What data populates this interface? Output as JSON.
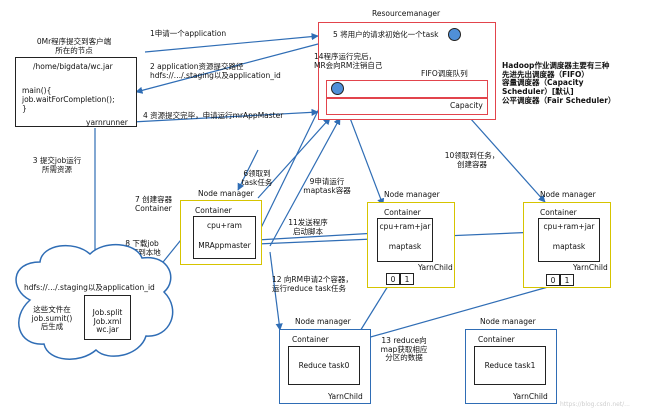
{
  "client": {
    "node_label_line1": "0Mr程序提交到客户端",
    "node_label_line2": "所在的节点",
    "jar_path": "/home/bigdata/wc.jar",
    "code_line1": "main(){",
    "code_line2": "job.waitForCompletion();",
    "code_line3": "}",
    "yarnrunner": "yarnrunner"
  },
  "resource_manager": {
    "title": "Resourcemanager",
    "fifo": "FIFO调度队列",
    "capacity": "Capacity",
    "step5": "5 将用户的请求初始化一个task",
    "step14_line1": "14程序运行完后，",
    "step14_line2": "MR会向RM注销自己"
  },
  "scheduler_note": {
    "line1": "Hadoop作业调度器主要有三种",
    "line2": "先进先出调度器（FIFO）",
    "line3": "容量调度器（Capacity",
    "line4": "Scheduler）[默认]",
    "line5": "公平调度器（Fair Scheduler）"
  },
  "steps": {
    "s1": "1申请一个application",
    "s2_line1": "2 application资源提交路径",
    "s2_line2": "hdfs://…/.staging以及application_id",
    "s3_line1": "3 提交job运行",
    "s3_line2": "所需资源",
    "s4": "4 资源提交完毕，申请运行mrAppMaster",
    "s6_line1": "6领取到",
    "s6_line2": "task任务",
    "s7_line1": "7 创建容器",
    "s7_line2": "Container",
    "s8_line1": "8 下载job",
    "s8_line2": "资源到本地",
    "s9_line1": "9申请运行",
    "s9_line2": "maptask容器",
    "s10_line1": "10领取到任务，",
    "s10_line2": "创建容器",
    "s11_line1": "11发送程序",
    "s11_line2": "启动脚本",
    "s12_line1": "12 向RM申请2个容器，",
    "s12_line2": "运行reduce task任务",
    "s13_line1": "13 reduce向",
    "s13_line2": "map获取相应",
    "s13_line3": "分区的数据"
  },
  "hdfs": {
    "path": "hdfs://…/.staging以及application_id",
    "note_line1": "这些文件在",
    "note_line2": "job.sumit()",
    "note_line3": "后生成",
    "file1": "Job.split",
    "file2": "Job.xml",
    "file3": "wc.jar"
  },
  "node_app": {
    "title": "Node manager",
    "container": "Container",
    "cpu": "cpu+ram",
    "master": "MRAppmaster"
  },
  "node_map1": {
    "title": "Node manager",
    "container": "Container",
    "cpu": "cpu+ram+jar",
    "task": "maptask",
    "p0": "0",
    "p1": "1",
    "yarnchild": "YarnChild"
  },
  "node_map2": {
    "title": "Node manager",
    "container": "Container",
    "cpu": "cpu+ram+jar",
    "task": "maptask",
    "p0": "0",
    "p1": "1",
    "yarnchild": "YarnChild"
  },
  "node_reduce0": {
    "title": "Node manager",
    "container": "Container",
    "task": "Reduce task0",
    "yarnchild": "YarnChild"
  },
  "node_reduce1": {
    "title": "Node manager",
    "container": "Container",
    "task": "Reduce task1",
    "yarnchild": "YarnChild"
  },
  "watermark": "https://blog.csdn.net/..."
}
